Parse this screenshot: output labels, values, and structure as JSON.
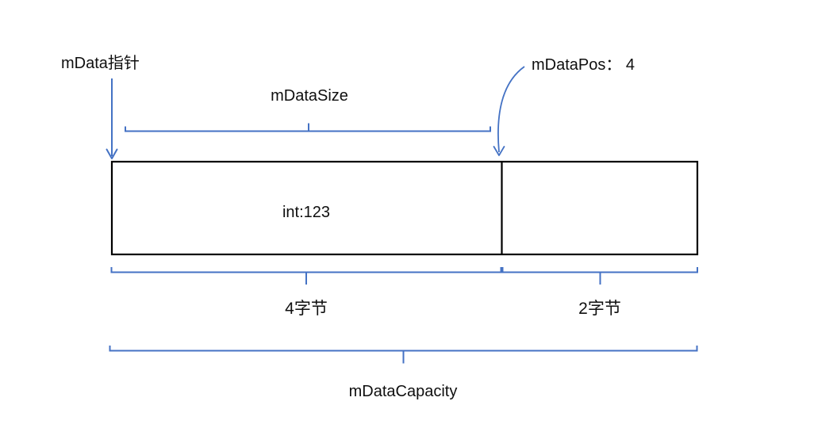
{
  "colors": {
    "accent": "#4472C4",
    "line": "#000000",
    "text": "#0f0f0f",
    "background": "#ffffff"
  },
  "diagram": {
    "pointer_label": "mData指针",
    "size_label": "mDataSize",
    "pos_label": "mDataPos： 4",
    "buffer": {
      "cell1_value": "int:123"
    },
    "bytes4_label": "4字节",
    "bytes2_label": "2字节",
    "capacity_label": "mDataCapacity"
  }
}
